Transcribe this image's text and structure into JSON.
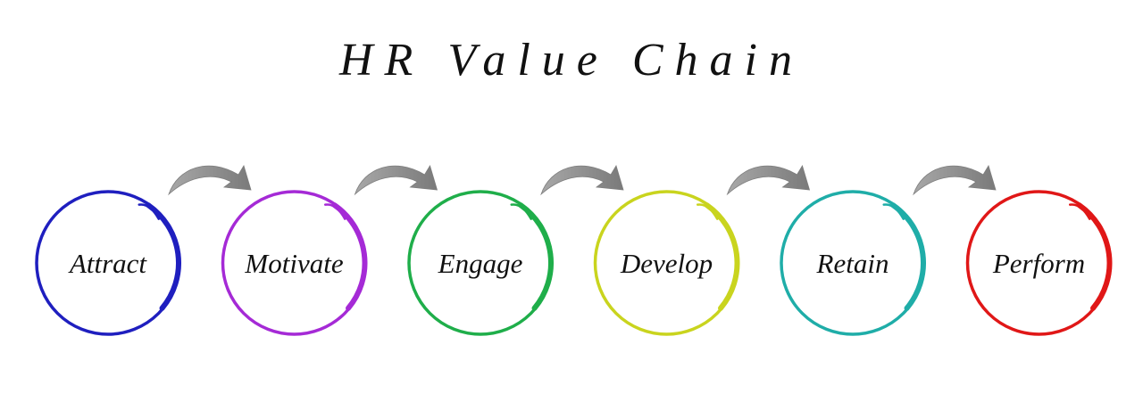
{
  "title": "HR Value Chain",
  "stages": [
    {
      "label": "Attract",
      "color": "#1f1fbf"
    },
    {
      "label": "Motivate",
      "color": "#a52ad6"
    },
    {
      "label": "Engage",
      "color": "#1fae4a"
    },
    {
      "label": "Develop",
      "color": "#c9d41e"
    },
    {
      "label": "Retain",
      "color": "#1fada8"
    },
    {
      "label": "Perform",
      "color": "#e01717"
    }
  ],
  "arrow_color": "#8c8c8c"
}
